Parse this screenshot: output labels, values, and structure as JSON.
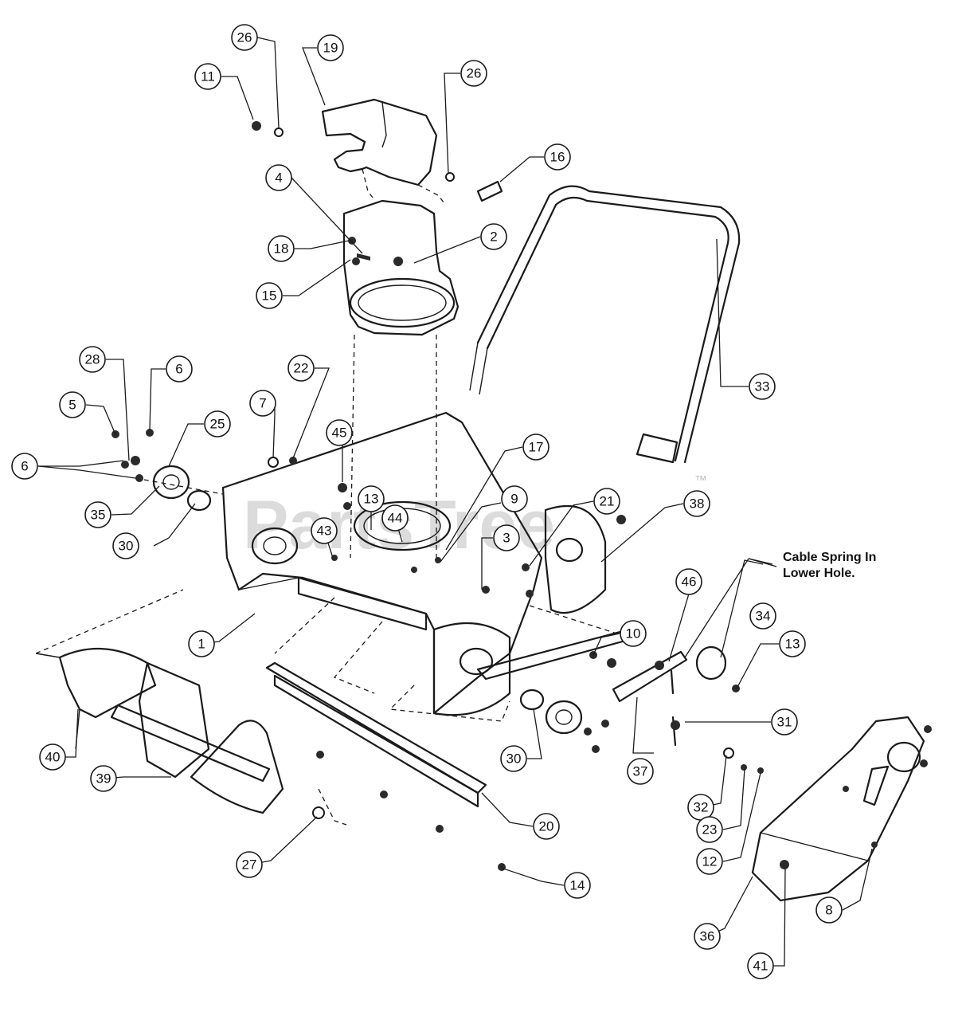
{
  "note": "Cable Spring In\nLower Hole.",
  "watermark": "PartsTree",
  "watermark_tm": "™",
  "callouts": [
    {
      "label": "26"
    },
    {
      "label": "19"
    },
    {
      "label": "11"
    },
    {
      "label": "26"
    },
    {
      "label": "16"
    },
    {
      "label": "4"
    },
    {
      "label": "2"
    },
    {
      "label": "18"
    },
    {
      "label": "15"
    },
    {
      "label": "33"
    },
    {
      "label": "28"
    },
    {
      "label": "6"
    },
    {
      "label": "5"
    },
    {
      "label": "25"
    },
    {
      "label": "6"
    },
    {
      "label": "7"
    },
    {
      "label": "22"
    },
    {
      "label": "45"
    },
    {
      "label": "17"
    },
    {
      "label": "35"
    },
    {
      "label": "13"
    },
    {
      "label": "44"
    },
    {
      "label": "9"
    },
    {
      "label": "21"
    },
    {
      "label": "38"
    },
    {
      "label": "30"
    },
    {
      "label": "43"
    },
    {
      "label": "3"
    },
    {
      "label": "46"
    },
    {
      "label": "34"
    },
    {
      "label": "1"
    },
    {
      "label": "10"
    },
    {
      "label": "13"
    },
    {
      "label": "31"
    },
    {
      "label": "40"
    },
    {
      "label": "39"
    },
    {
      "label": "30"
    },
    {
      "label": "37"
    },
    {
      "label": "32"
    },
    {
      "label": "20"
    },
    {
      "label": "23"
    },
    {
      "label": "27"
    },
    {
      "label": "12"
    },
    {
      "label": "14"
    },
    {
      "label": "8"
    },
    {
      "label": "36"
    },
    {
      "label": "41"
    }
  ]
}
